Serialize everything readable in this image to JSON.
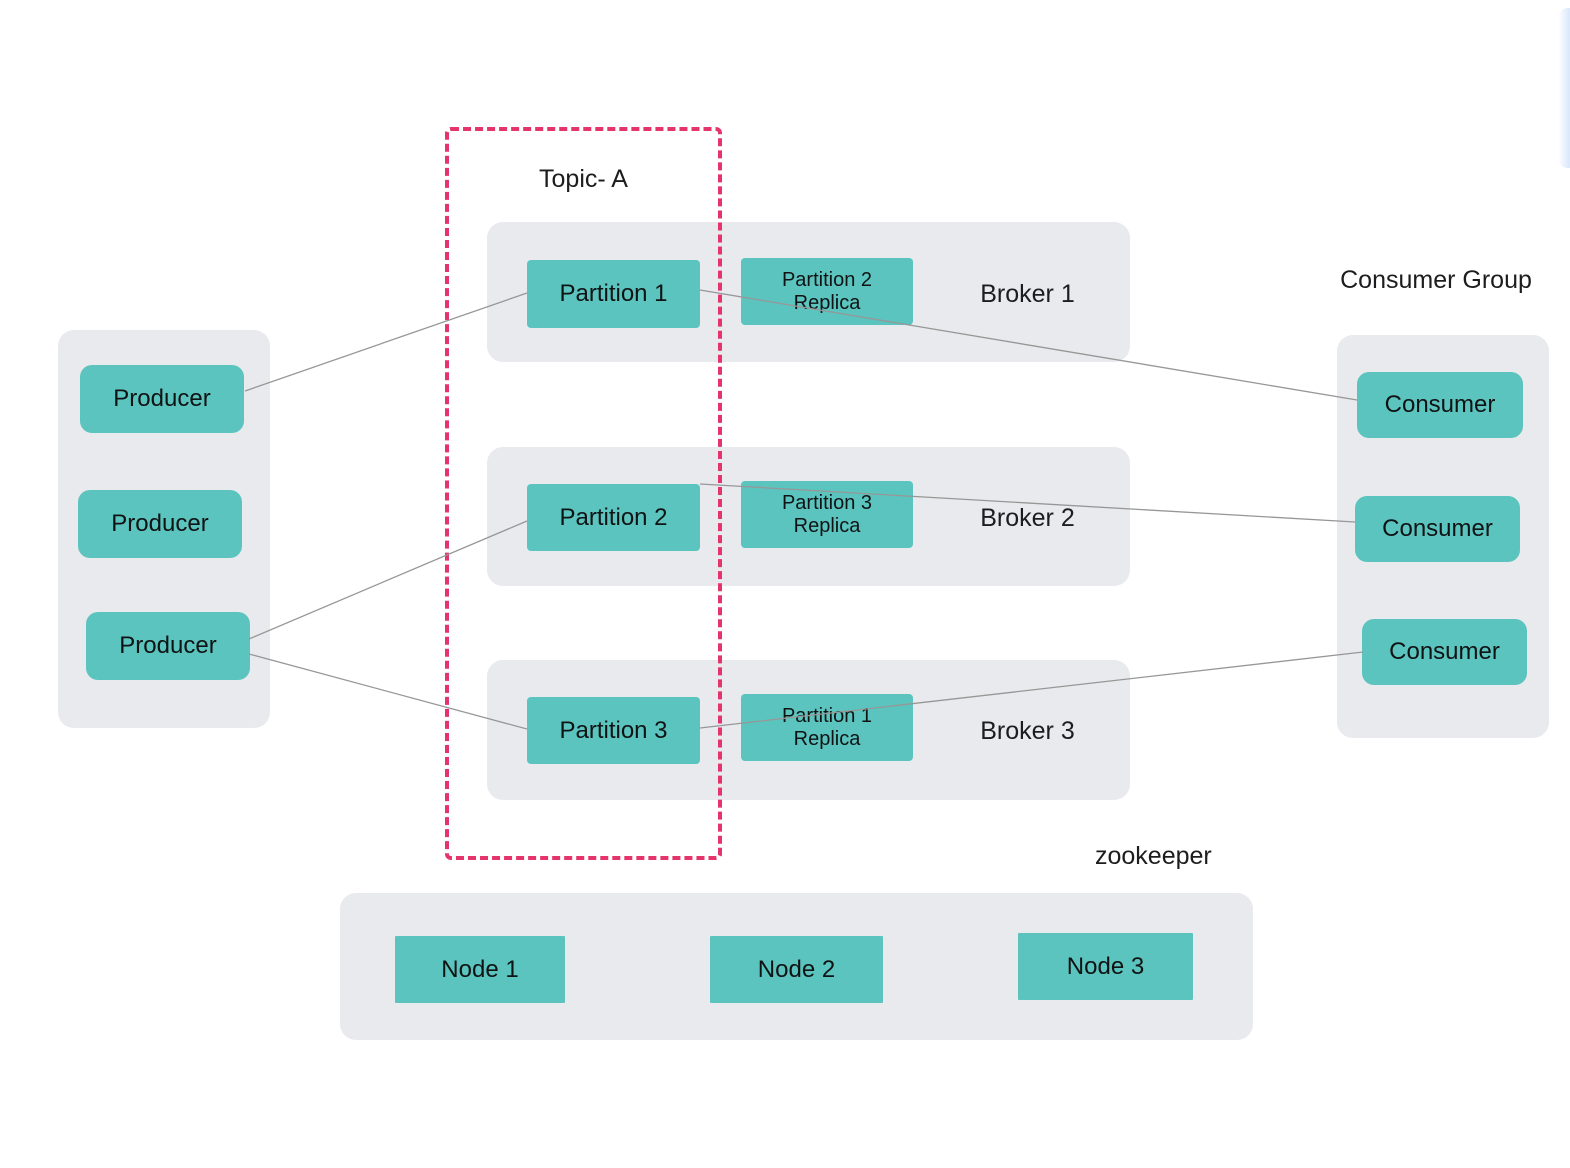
{
  "topic": {
    "label": "Topic- A"
  },
  "producers": {
    "items": [
      "Producer",
      "Producer",
      "Producer"
    ]
  },
  "brokers": [
    {
      "label": "Broker 1",
      "partition": "Partition 1",
      "replica_line1": "Partition 2",
      "replica_line2": "Replica"
    },
    {
      "label": "Broker 2",
      "partition": "Partition 2",
      "replica_line1": "Partition 3",
      "replica_line2": "Replica"
    },
    {
      "label": "Broker 3",
      "partition": "Partition 3",
      "replica_line1": "Partition 1",
      "replica_line2": "Replica"
    }
  ],
  "consumer_group": {
    "label": "Consumer Group",
    "items": [
      "Consumer",
      "Consumer",
      "Consumer"
    ]
  },
  "zookeeper": {
    "label": "zookeeper",
    "nodes": [
      "Node 1",
      "Node 2",
      "Node 3"
    ]
  },
  "connections": [
    "Producer 1 -> Partition 1",
    "Partition 1 -> Consumer 1",
    "Producer 3 -> Partition 2",
    "Partition 2 -> Consumer 2",
    "Producer 3 -> Partition 3",
    "Partition 3 -> Consumer 3"
  ],
  "colors": {
    "box_teal": "#5bc4be",
    "container_gray": "#e9eaed",
    "dashed_pink": "#e5336b",
    "line_gray": "#979797",
    "text_dark": "#1d1d1f"
  }
}
